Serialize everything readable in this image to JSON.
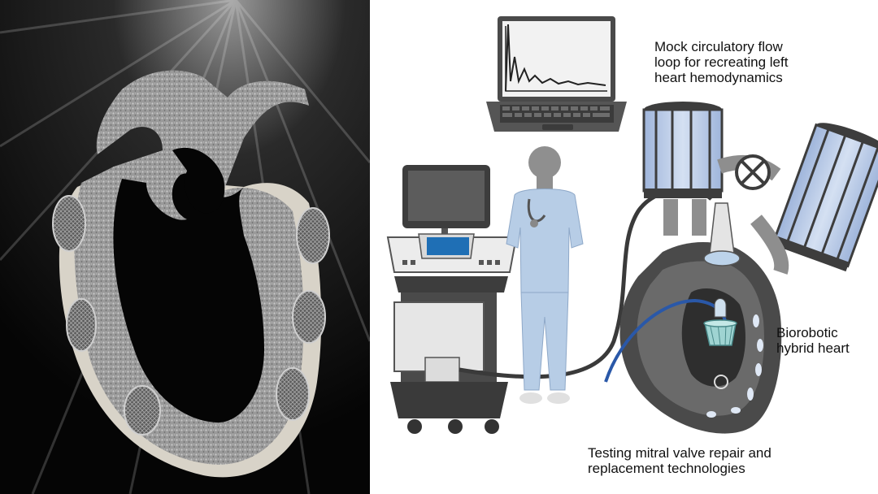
{
  "left": {
    "image": "biorobotic-heart-cross-section-photo"
  },
  "right": {
    "labels": {
      "flow_loop": "Mock circulatory flow\nloop for recreating left\nheart hemodynamics",
      "hybrid_heart": "Biorobotic\nhybrid heart",
      "testing": "Testing mitral valve repair and\nreplacement technologies"
    },
    "icons": [
      "laptop-icon",
      "ultrasound-machine-icon",
      "clinician-icon",
      "reservoir-icon",
      "valve-icon",
      "heart-icon",
      "ultrasound-probe-icon",
      "mitral-valve-device-icon",
      "catheter-icon"
    ]
  },
  "colors": {
    "dark_gray": "#4a4a4a",
    "fluid_blue": "#b9cbe6",
    "scrubs_blue": "#b7cde6",
    "device_teal": "#9fd4d2",
    "catheter_blue": "#2a58a8"
  }
}
